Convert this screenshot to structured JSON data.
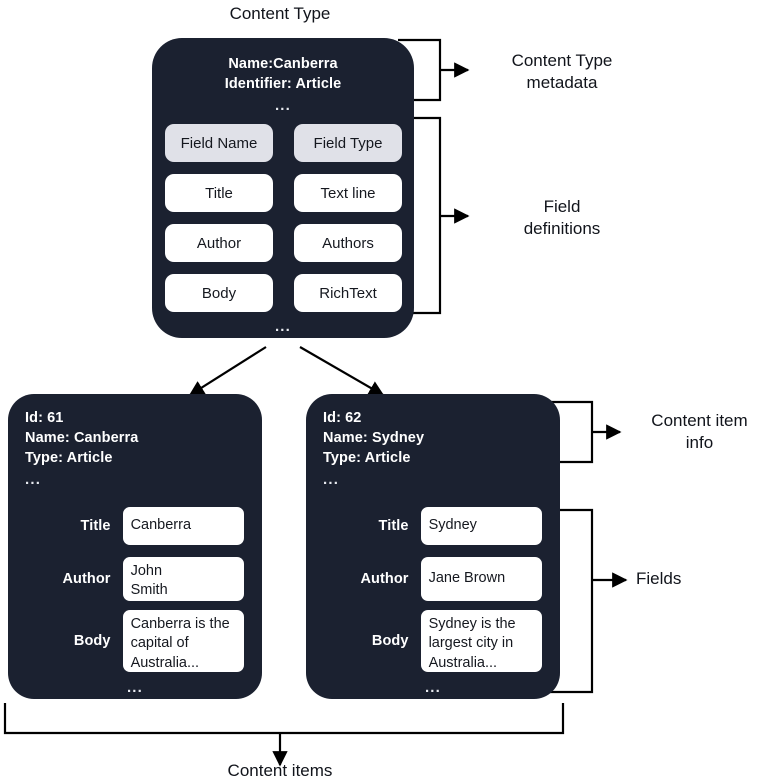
{
  "titles": {
    "top": "Content Type",
    "bottom": "Content items"
  },
  "content_type": {
    "meta": {
      "name": "Name:Canberra",
      "identifier": "Identifier: Article",
      "more": "..."
    },
    "table": {
      "headers": [
        "Field Name",
        "Field Type"
      ],
      "rows": [
        [
          "Title",
          "Text line"
        ],
        [
          "Author",
          "Authors"
        ],
        [
          "Body",
          "RichText"
        ]
      ],
      "more": "..."
    }
  },
  "content_items": [
    {
      "info": {
        "id": "Id: 61",
        "name": "Name: Canberra",
        "type": "Type: Article",
        "more": "..."
      },
      "fields": [
        {
          "label": "Title",
          "value": "Canberra"
        },
        {
          "label": "Author",
          "value": "John\nSmith"
        },
        {
          "label": "Body",
          "value": "Canberra is the\ncapital of\nAustralia..."
        }
      ],
      "more": "..."
    },
    {
      "info": {
        "id": "Id: 62",
        "name": "Name: Sydney",
        "type": "Type: Article",
        "more": "..."
      },
      "fields": [
        {
          "label": "Title",
          "value": "Sydney"
        },
        {
          "label": "Author",
          "value": "Jane Brown"
        },
        {
          "label": "Body",
          "value": "Sydney is the\nlargest city in\nAustralia..."
        }
      ],
      "more": "..."
    }
  ],
  "annotations": {
    "content_type_metadata": "Content Type\nmetadata",
    "field_definitions": "Field\ndefinitions",
    "content_item_info": "Content item\ninfo",
    "fields": "Fields"
  },
  "colors": {
    "card_bg": "#1b2130",
    "page_bg": "#ffffff",
    "header_pill": "#e0e1e8",
    "value_box": "#ffffff",
    "text_dark": "#15181f",
    "text_light": "#ffffff",
    "line": "#000000"
  }
}
